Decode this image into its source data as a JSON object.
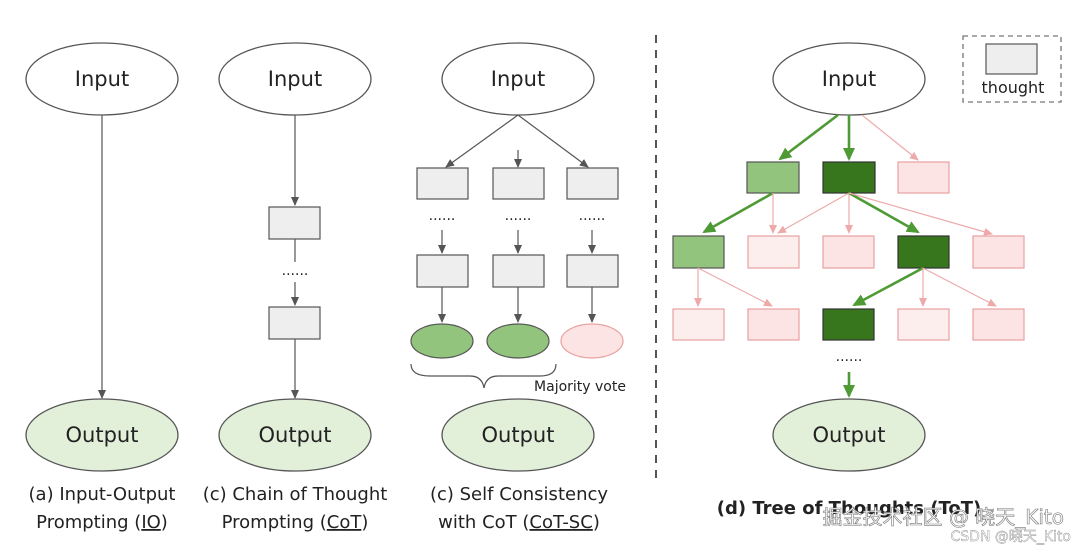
{
  "labels": {
    "input": "Input",
    "output": "Output",
    "dots": "......",
    "majority_vote": "Majority vote",
    "legend_thought": "thought"
  },
  "captions": {
    "io_line1": "(a) Input-Output",
    "io_line2_prefix": "Prompting (",
    "io_line2_abbr": "IO",
    "io_line2_suffix": ")",
    "cot_line1": "(c) Chain of Thought",
    "cot_line2_prefix": "Prompting (",
    "cot_line2_abbr": "CoT",
    "cot_line2_suffix": ")",
    "cotsc_line1": "(c) Self Consistency",
    "cotsc_line2_prefix": "with CoT (",
    "cotsc_line2_abbr": "CoT-SC",
    "cotsc_line2_suffix": ")",
    "tot": "(d) Tree of Thoughts (ToT)"
  },
  "watermark": {
    "main": "掘金技术社区 @ 晓天_Kito",
    "sub": "CSDN @晓天_Kito"
  },
  "colors": {
    "ellipse_input_fill": "#ffffff",
    "ellipse_output_fill": "#e2efd9",
    "thought_gray": "#eeeeee",
    "green_light": "#93c47d",
    "green_dark": "#38761d",
    "pink": "#fce4e4",
    "pink_light": "#fdeeee",
    "pink_stroke": "#e8a0a0",
    "arrow_gray": "#555555",
    "arrow_green": "#4e9a35",
    "arrow_pink": "#eeaaaa"
  }
}
